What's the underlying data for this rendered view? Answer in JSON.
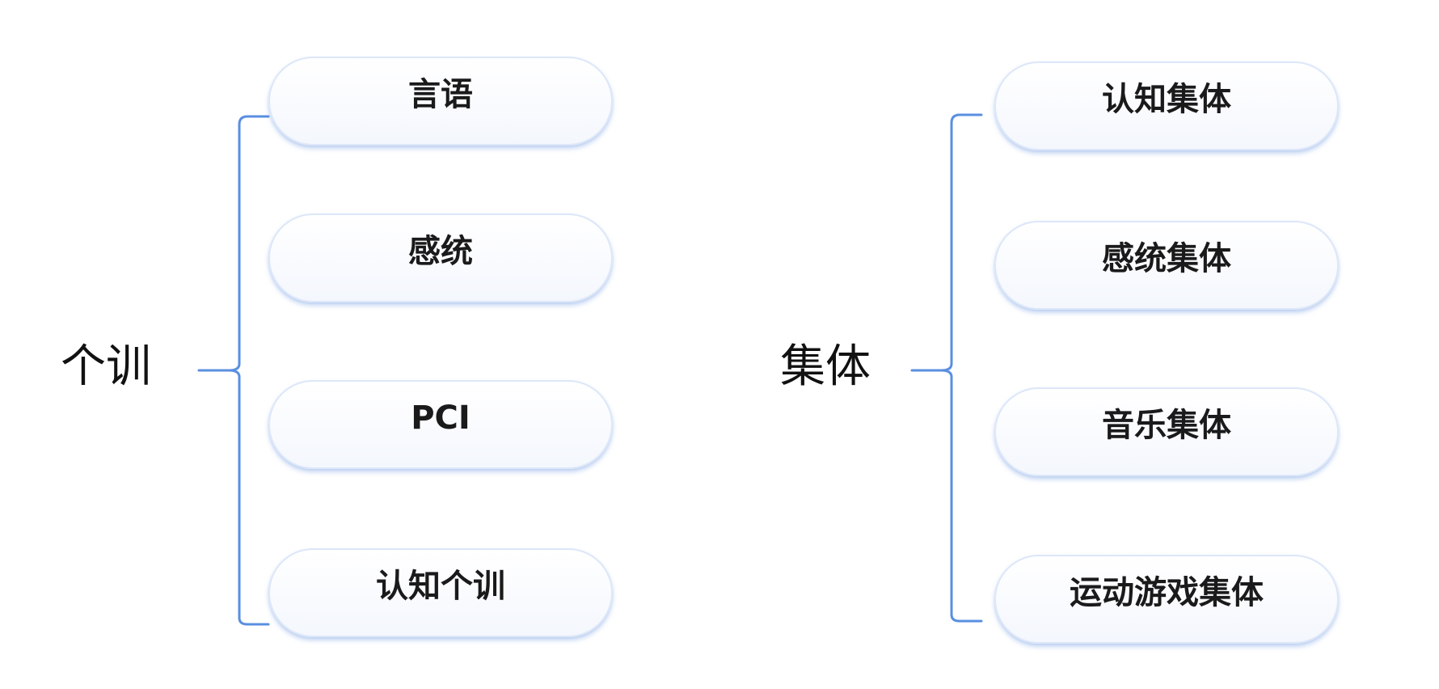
{
  "groups": [
    {
      "title": "个训",
      "items": [
        "言语",
        "感统",
        "PCI",
        "认知个训"
      ]
    },
    {
      "title": "集体",
      "items": [
        "认知集体",
        "感统集体",
        "音乐集体",
        "运动游戏集体"
      ]
    }
  ],
  "colors": {
    "bracket": "#5a8fe0",
    "pill_border": "#dde7f8",
    "text": "#1a1a1a"
  }
}
